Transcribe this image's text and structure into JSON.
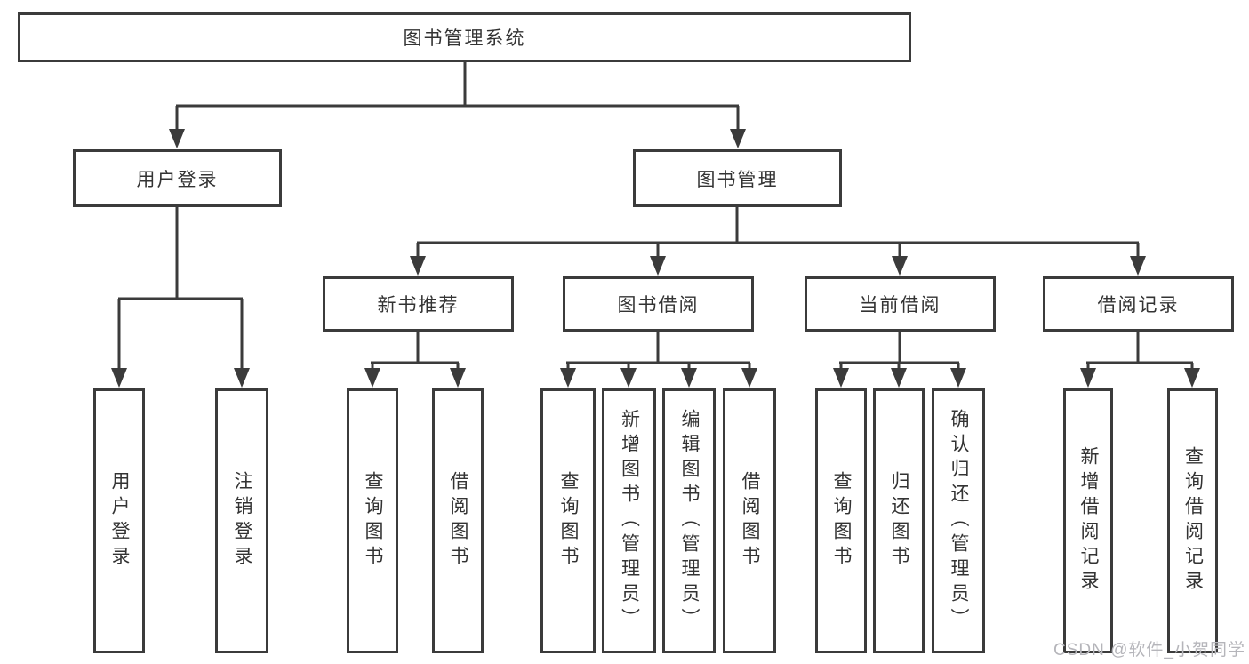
{
  "colors": {
    "line": "#3b3b3b",
    "text": "#333333",
    "bg": "#ffffff",
    "watermark": "#b5b5ba"
  },
  "watermark": {
    "text": "CSDN @软件_小贺同学"
  },
  "tree": {
    "root": {
      "label": "图书管理系统"
    },
    "branches": [
      {
        "label": "用户登录",
        "children": [
          {
            "label": "用户登录"
          },
          {
            "label": "注销登录"
          }
        ]
      },
      {
        "label": "图书管理",
        "children": [
          {
            "label": "新书推荐",
            "children": [
              {
                "label": "查询图书"
              },
              {
                "label": "借阅图书"
              }
            ]
          },
          {
            "label": "图书借阅",
            "children": [
              {
                "label": "查询图书"
              },
              {
                "label": "新增图书（管理员）"
              },
              {
                "label": "编辑图书（管理员）"
              },
              {
                "label": "借阅图书"
              }
            ]
          },
          {
            "label": "当前借阅",
            "children": [
              {
                "label": "查询图书"
              },
              {
                "label": "归还图书"
              },
              {
                "label": "确认归还（管理员）"
              }
            ]
          },
          {
            "label": "借阅记录",
            "children": [
              {
                "label": "新增借阅记录"
              },
              {
                "label": "查询借阅记录"
              }
            ]
          }
        ]
      }
    ]
  }
}
